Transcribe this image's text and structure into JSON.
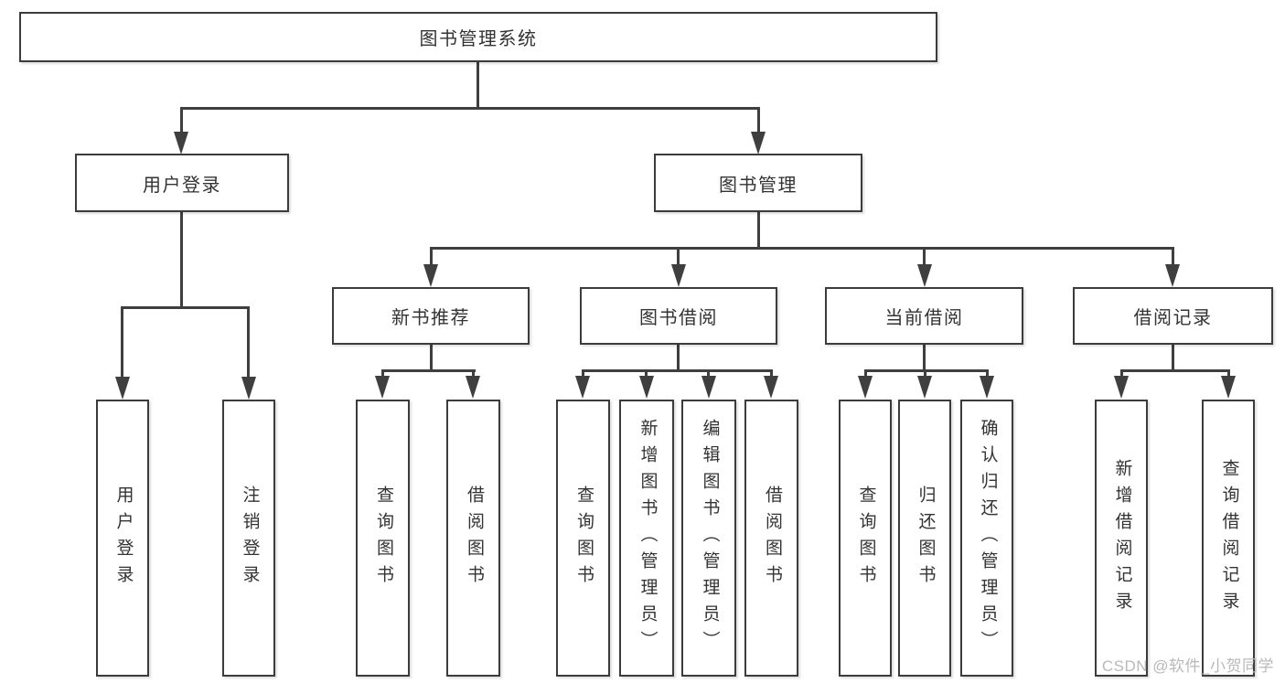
{
  "tree": {
    "root": {
      "label": "图书管理系统"
    },
    "level2": [
      {
        "label": "用户登录"
      },
      {
        "label": "图书管理"
      }
    ],
    "level3": [
      {
        "label": "新书推荐"
      },
      {
        "label": "图书借阅"
      },
      {
        "label": "当前借阅"
      },
      {
        "label": "借阅记录"
      }
    ],
    "leaves": {
      "user_login": [
        {
          "label": "用户登录"
        },
        {
          "label": "注销登录"
        }
      ],
      "new_books": [
        {
          "label": "查询图书"
        },
        {
          "label": "借阅图书"
        }
      ],
      "book_borrow": [
        {
          "label": "查询图书"
        },
        {
          "label": "新增图书（管理员）"
        },
        {
          "label": "编辑图书（管理员）"
        },
        {
          "label": "借阅图书"
        }
      ],
      "current_borrow": [
        {
          "label": "查询图书"
        },
        {
          "label": "归还图书"
        },
        {
          "label": "确认归还（管理员）"
        }
      ],
      "borrow_records": [
        {
          "label": "新增借阅记录"
        },
        {
          "label": "查询借阅记录"
        }
      ]
    }
  },
  "watermark": {
    "text": "CSDN @软件_小贺同学"
  },
  "colors": {
    "line": "#3f3f3f",
    "box_border": "#3c3c3c",
    "text": "#333333",
    "watermark": "#b9b9b9",
    "background": "#ffffff"
  }
}
